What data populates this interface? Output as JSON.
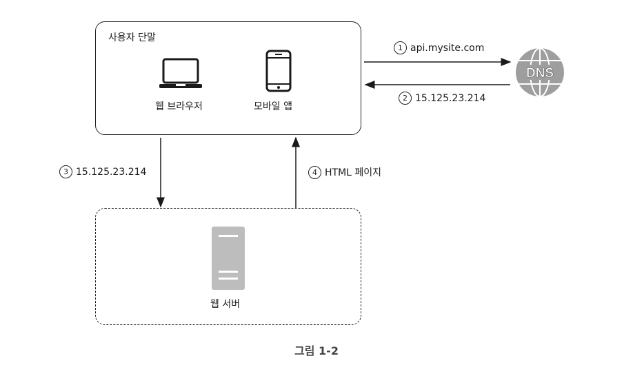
{
  "client": {
    "title": "사용자 단말",
    "browser_label": "웹 브라우저",
    "mobile_label": "모바일 앱"
  },
  "server": {
    "label": "웹 서버"
  },
  "dns": {
    "label": "DNS"
  },
  "edges": [
    {
      "num": "1",
      "text": "api.mysite.com"
    },
    {
      "num": "2",
      "text": "15.125.23.214"
    },
    {
      "num": "3",
      "text": "15.125.23.214"
    },
    {
      "num": "4",
      "text": "HTML 페이지"
    }
  ],
  "caption": "그림 1-2"
}
